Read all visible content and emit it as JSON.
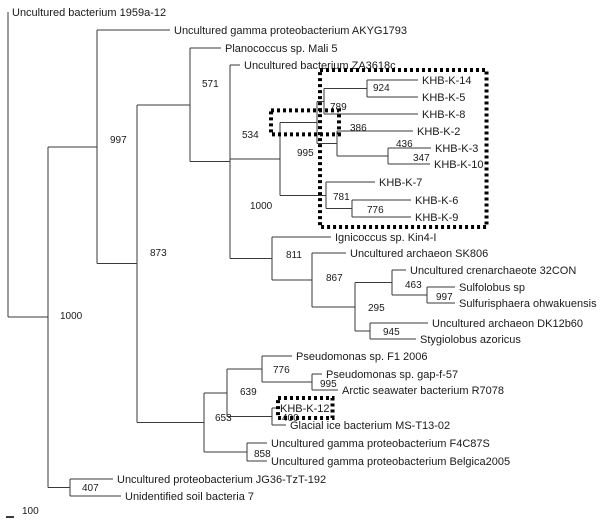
{
  "tree": {
    "id": "root",
    "children": [
      {
        "id": "t_1959",
        "label": "Uncultured bacterium 1959a-12"
      },
      {
        "id": "n1000a",
        "bootstrap": "1000",
        "children": [
          {
            "id": "n997",
            "bootstrap": "997",
            "children": [
              {
                "id": "t_akyg",
                "label": "Uncultured gamma proteobacterium AKYG1793"
              },
              {
                "id": "n873",
                "bootstrap": "873",
                "children": [
                  {
                    "id": "n571",
                    "bootstrap": "571",
                    "children": [
                      {
                        "id": "t_plano",
                        "label": "Planococcus sp. Mali 5"
                      },
                      {
                        "id": "n534",
                        "bootstrap": "534",
                        "children": [
                          {
                            "id": "t_za",
                            "label": "Uncultured bacterium ZA3618c"
                          },
                          {
                            "id": "n1000b",
                            "bootstrap": "1000",
                            "children": [
                              {
                                "id": "n995",
                                "bootstrap": "995",
                                "children": [
                                  {
                                    "id": "n789",
                                    "bootstrap": "789",
                                    "children": [
                                      {
                                        "id": "n924",
                                        "bootstrap": "924",
                                        "children": [
                                          {
                                            "id": "t_k14",
                                            "label": "KHB-K-14"
                                          },
                                          {
                                            "id": "t_k5",
                                            "label": "KHB-K-5"
                                          }
                                        ]
                                      },
                                      {
                                        "id": "t_k8",
                                        "label": "KHB-K-8"
                                      }
                                    ]
                                  },
                                  {
                                    "id": "n386",
                                    "bootstrap": "386",
                                    "children": [
                                      {
                                        "id": "t_k2",
                                        "label": "KHB-K-2"
                                      },
                                      {
                                        "id": "n436",
                                        "bootstrap": "436",
                                        "children": [
                                          {
                                            "id": "t_k3",
                                            "label": "KHB-K-3"
                                          },
                                          {
                                            "id": "n347",
                                            "bootstrap": "347",
                                            "children": [
                                              {
                                                "id": "t_k10",
                                                "label": "KHB-K-10"
                                              }
                                            ]
                                          }
                                        ]
                                      }
                                    ]
                                  }
                                ]
                              },
                              {
                                "id": "n781",
                                "bootstrap": "781",
                                "children": [
                                  {
                                    "id": "t_k7",
                                    "label": "KHB-K-7"
                                  },
                                  {
                                    "id": "n776a",
                                    "bootstrap": "776",
                                    "children": [
                                      {
                                        "id": "t_k6",
                                        "label": "KHB-K-6"
                                      },
                                      {
                                        "id": "t_k9",
                                        "label": "KHB-K-9"
                                      }
                                    ]
                                  }
                                ]
                              }
                            ]
                          },
                          {
                            "id": "n811",
                            "bootstrap": "811",
                            "children": [
                              {
                                "id": "t_igni",
                                "label": "Ignicoccus sp. Kin4-I"
                              },
                              {
                                "id": "n867",
                                "bootstrap": "867",
                                "children": [
                                  {
                                    "id": "t_sk806",
                                    "label": "Uncultured archaeon SK806"
                                  },
                                  {
                                    "id": "n295",
                                    "bootstrap": "295",
                                    "children": [
                                      {
                                        "id": "n463",
                                        "bootstrap": "463",
                                        "children": [
                                          {
                                            "id": "t_32con",
                                            "label": "Uncultured crenarchaeote 32CON"
                                          },
                                          {
                                            "id": "n997b",
                                            "bootstrap": "997",
                                            "children": [
                                              {
                                                "id": "t_sulfo",
                                                "label": "Sulfolobus sp"
                                              },
                                              {
                                                "id": "t_sulfuri",
                                                "label": "Sulfurisphaera ohwakuensis"
                                              }
                                            ]
                                          }
                                        ]
                                      },
                                      {
                                        "id": "n945",
                                        "bootstrap": "945",
                                        "children": [
                                          {
                                            "id": "t_dk12",
                                            "label": "Uncultured archaeon DK12b60"
                                          },
                                          {
                                            "id": "t_stygio",
                                            "label": "Stygiolobus azoricus"
                                          }
                                        ]
                                      }
                                    ]
                                  }
                                ]
                              }
                            ]
                          }
                        ]
                      }
                    ]
                  },
                  {
                    "id": "n653",
                    "bootstrap": "653",
                    "children": [
                      {
                        "id": "n639",
                        "bootstrap": "639",
                        "children": [
                          {
                            "id": "n776b",
                            "bootstrap": "776",
                            "children": [
                              {
                                "id": "t_pf1",
                                "label": "Pseudomonas sp. F1 2006"
                              },
                              {
                                "id": "n995b",
                                "bootstrap": "995",
                                "children": [
                                  {
                                    "id": "t_pgap",
                                    "label": "Pseudomonas sp. gap-f-57"
                                  },
                                  {
                                    "id": "t_arctic",
                                    "label": "Arctic seawater bacterium R7078"
                                  }
                                ]
                              }
                            ]
                          },
                          {
                            "id": "n400",
                            "bootstrap": "400",
                            "children": [
                              {
                                "id": "t_k12",
                                "label": "KHB-K-12"
                              },
                              {
                                "id": "t_glacial",
                                "label": "Glacial ice bacterium MS-T13-02"
                              }
                            ]
                          }
                        ]
                      },
                      {
                        "id": "n858",
                        "bootstrap": "858",
                        "children": [
                          {
                            "id": "t_f4c",
                            "label": "Uncultured gamma proteobacterium F4C87S"
                          },
                          {
                            "id": "t_belg",
                            "label": "Uncultured gamma proteobacterium Belgica2005"
                          }
                        ]
                      }
                    ]
                  }
                ]
              }
            ]
          },
          {
            "id": "n407",
            "bootstrap": "407",
            "children": [
              {
                "id": "t_jg36",
                "label": "Uncultured proteobacterium JG36-TzT-192"
              },
              {
                "id": "t_soil",
                "label": "Unidentified soil bacteria 7"
              }
            ]
          }
        ]
      }
    ]
  },
  "highlight_groups": [
    {
      "name": "khb-k-cluster",
      "leaves": [
        "t_k14",
        "t_k5",
        "t_k8",
        "t_k2",
        "t_k3",
        "t_k10",
        "t_k7",
        "t_k6",
        "t_k9"
      ]
    },
    {
      "name": "khb-k-995-node",
      "nodes": [
        "n995"
      ]
    },
    {
      "name": "khb-k-12",
      "leaves": [
        "t_k12"
      ]
    }
  ],
  "scale_bar": {
    "label": "100"
  }
}
